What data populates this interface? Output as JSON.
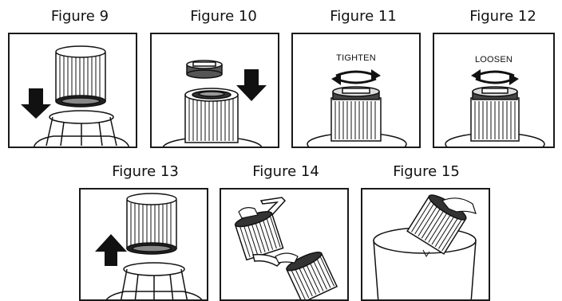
{
  "figures": [
    {
      "caption": "Figure 9"
    },
    {
      "caption": "Figure 10"
    },
    {
      "caption": "Figure 11",
      "label": "TIGHTEN"
    },
    {
      "caption": "Figure 12",
      "label": "LOOSEN"
    },
    {
      "caption": "Figure 13"
    },
    {
      "caption": "Figure 14"
    },
    {
      "caption": "Figure 15"
    }
  ],
  "icons": {
    "arrow_down": "arrow-down-icon",
    "arrow_up": "arrow-up-icon",
    "rotate": "rotate-arrow-icon"
  }
}
